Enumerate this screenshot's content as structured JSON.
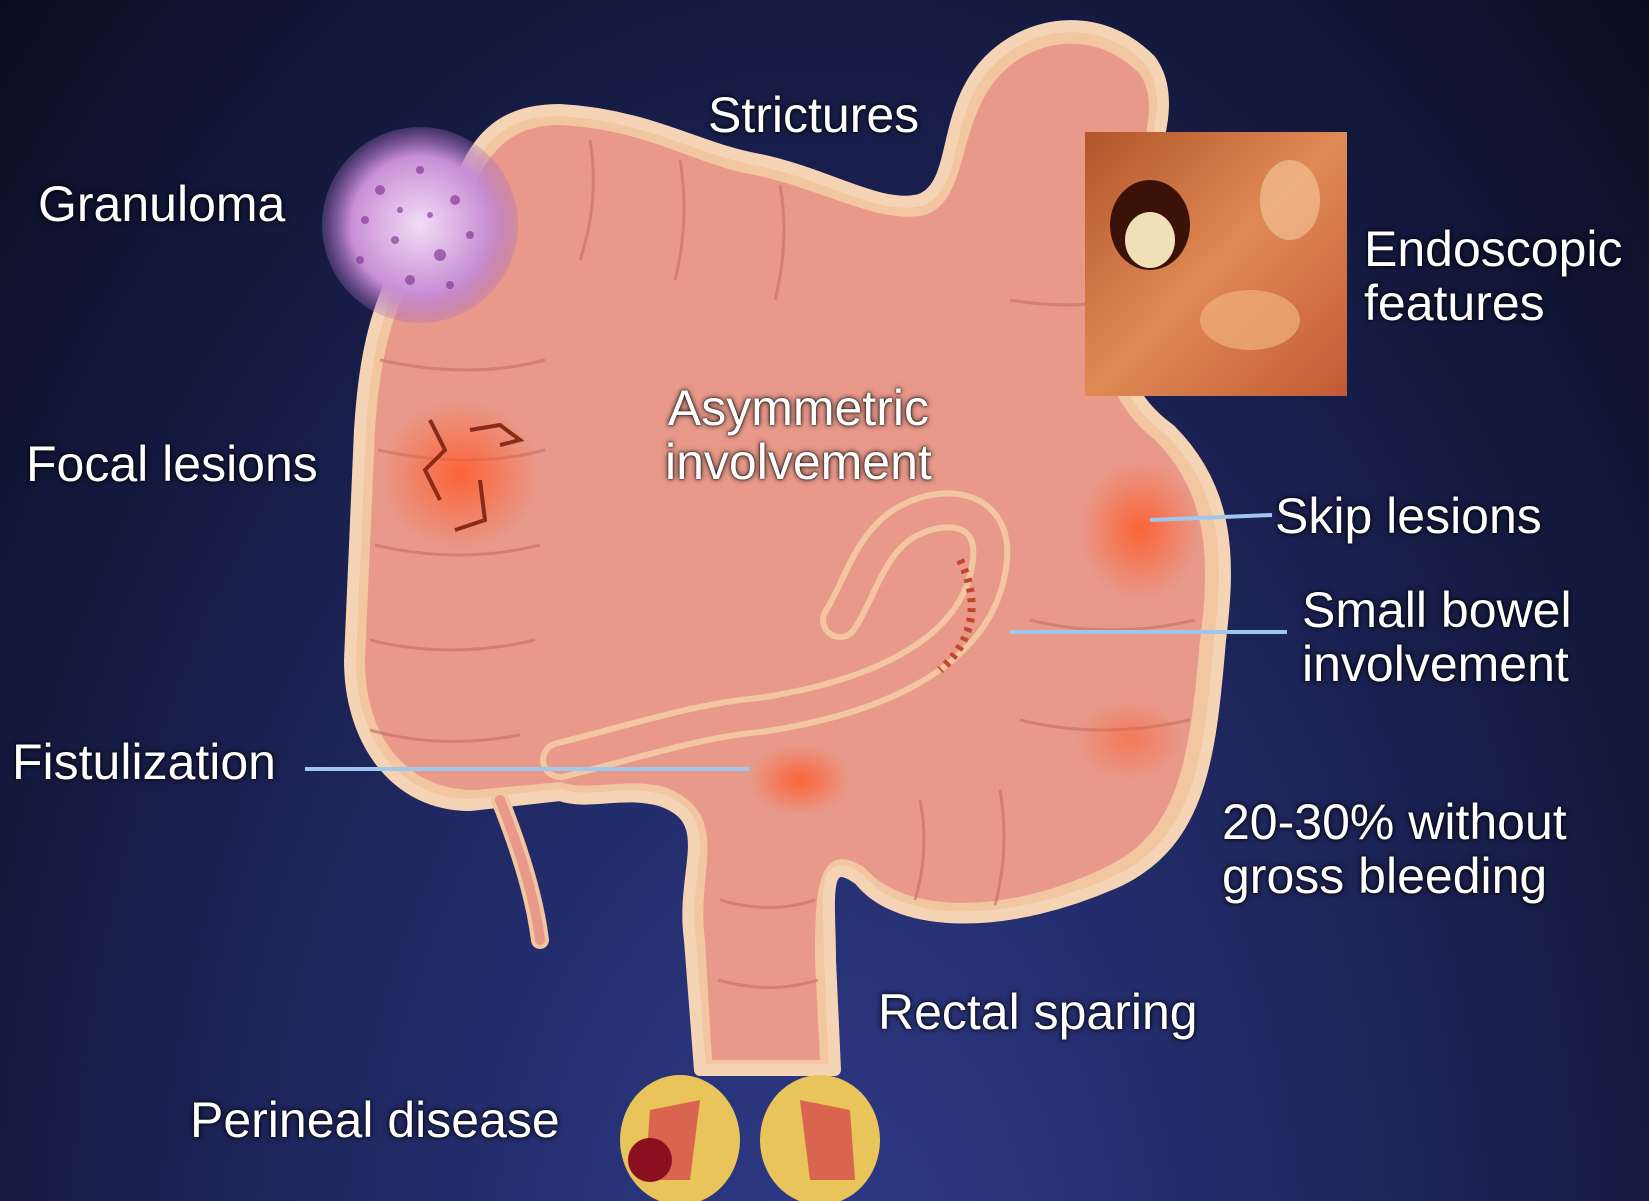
{
  "labels": {
    "granuloma": "Granuloma",
    "strictures": "Strictures",
    "endoscopic": [
      "Endoscopic",
      "features"
    ],
    "focal_lesions": "Focal lesions",
    "asymmetric": [
      "Asymmetric",
      "involvement"
    ],
    "skip_lesions": "Skip lesions",
    "small_bowel": [
      "Small bowel",
      "involvement"
    ],
    "fistulization": "Fistulization",
    "without_bleeding": [
      "20-30% without",
      "gross bleeding"
    ],
    "rectal_sparing": "Rectal sparing",
    "perineal_disease": "Perineal disease"
  },
  "colors": {
    "background_dark": "#0b0d22",
    "background_light": "#2f3b8a",
    "bowel_fill": "#e8998a",
    "bowel_outline": "#f2c6a0",
    "leader_line": "#9fc7ee",
    "granuloma": "#c98fd6",
    "inflammation": "#ff5a2a"
  }
}
